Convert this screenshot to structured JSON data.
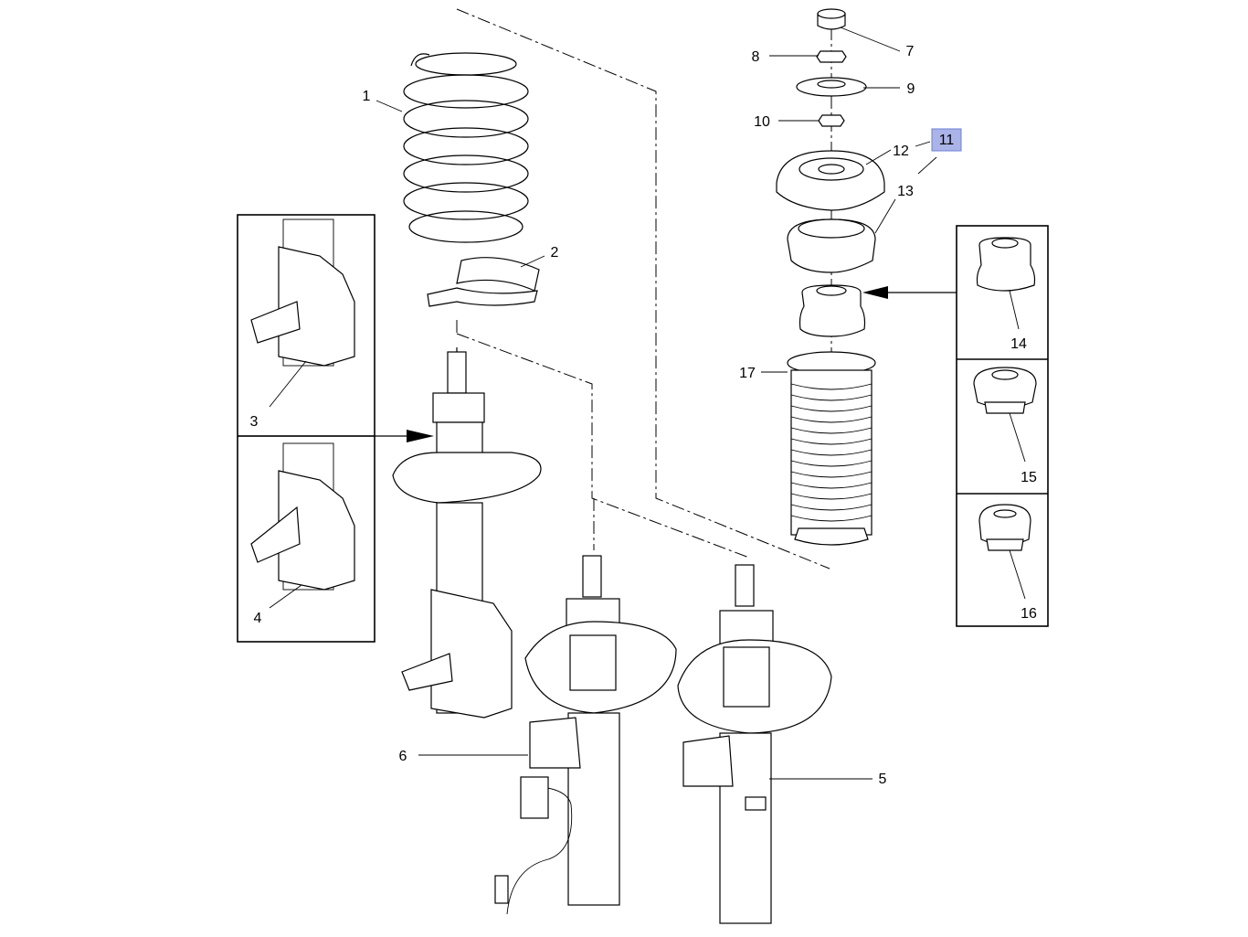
{
  "diagram": {
    "callouts": [
      {
        "id": "1",
        "label": "1"
      },
      {
        "id": "2",
        "label": "2"
      },
      {
        "id": "3",
        "label": "3"
      },
      {
        "id": "4",
        "label": "4"
      },
      {
        "id": "5",
        "label": "5"
      },
      {
        "id": "6",
        "label": "6"
      },
      {
        "id": "7",
        "label": "7"
      },
      {
        "id": "8",
        "label": "8"
      },
      {
        "id": "9",
        "label": "9"
      },
      {
        "id": "10",
        "label": "10"
      },
      {
        "id": "11",
        "label": "11",
        "highlighted": true
      },
      {
        "id": "12",
        "label": "12"
      },
      {
        "id": "13",
        "label": "13"
      },
      {
        "id": "14",
        "label": "14"
      },
      {
        "id": "15",
        "label": "15"
      },
      {
        "id": "16",
        "label": "16"
      },
      {
        "id": "17",
        "label": "17"
      }
    ],
    "highlight_color": "#aab4e8",
    "highlight_border": "#6f7fd6"
  }
}
